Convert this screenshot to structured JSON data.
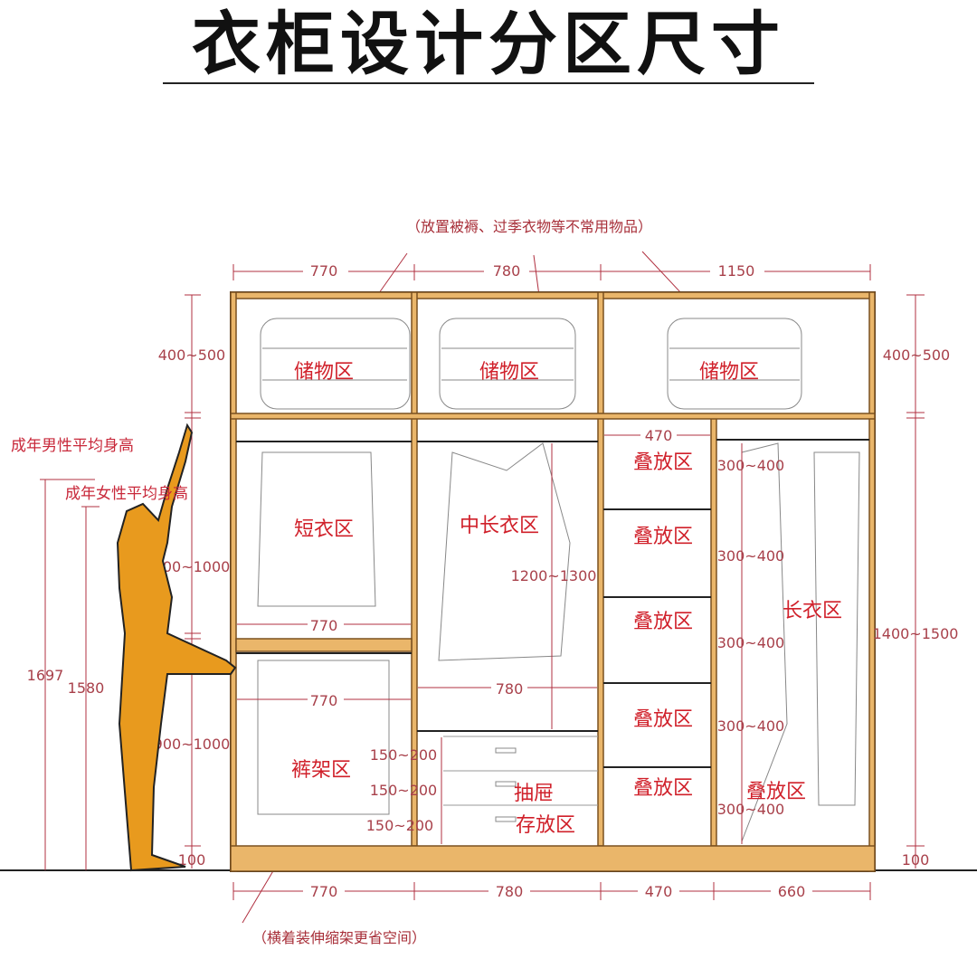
{
  "title": "衣柜设计分区尺寸",
  "top_note": "（放置被褥、过季衣物等不常用物品）",
  "bottom_note": "（横着装伸缩架更省空间）",
  "human": {
    "male_label": "成年男性平均身高",
    "female_label": "成年女性平均身高",
    "male_height": "1697",
    "female_height": "1580"
  },
  "top_dims": [
    "770",
    "780",
    "1150"
  ],
  "bottom_dims": [
    "770",
    "780",
    "470",
    "660"
  ],
  "left_dims": {
    "storage": "400~500",
    "upper_hang": "900~1000",
    "lower_hang": "900~1000",
    "base": "100"
  },
  "right_dims": {
    "storage": "400~500",
    "long_hang": "1400~1500",
    "base": "100"
  },
  "zones": {
    "storage": [
      "储物区",
      "储物区",
      "储物区"
    ],
    "short_clothes": "短衣区",
    "mid_long_clothes": "中长衣区",
    "pants_rack": "裤架区",
    "drawer_line1": "抽屉",
    "drawer_line2": "存放区",
    "folding": [
      "叠放区",
      "叠放区",
      "叠放区",
      "叠放区",
      "叠放区"
    ],
    "long_clothes": "长衣区",
    "folding_right": "叠放区"
  },
  "inner_dims": {
    "short_width": "770",
    "pants_width": "770",
    "mid_width": "780",
    "mid_height": "1200~1300",
    "fold_width": "470",
    "fold_heights": [
      "300~400",
      "300~400",
      "300~400",
      "300~400",
      "300~400"
    ],
    "drawers": [
      "150~200",
      "150~200",
      "150~200"
    ]
  },
  "colors": {
    "wood": "#eab66a",
    "label_red": "#d0202a",
    "dim_red": "#a8404a",
    "figure": "#e89a1e"
  }
}
